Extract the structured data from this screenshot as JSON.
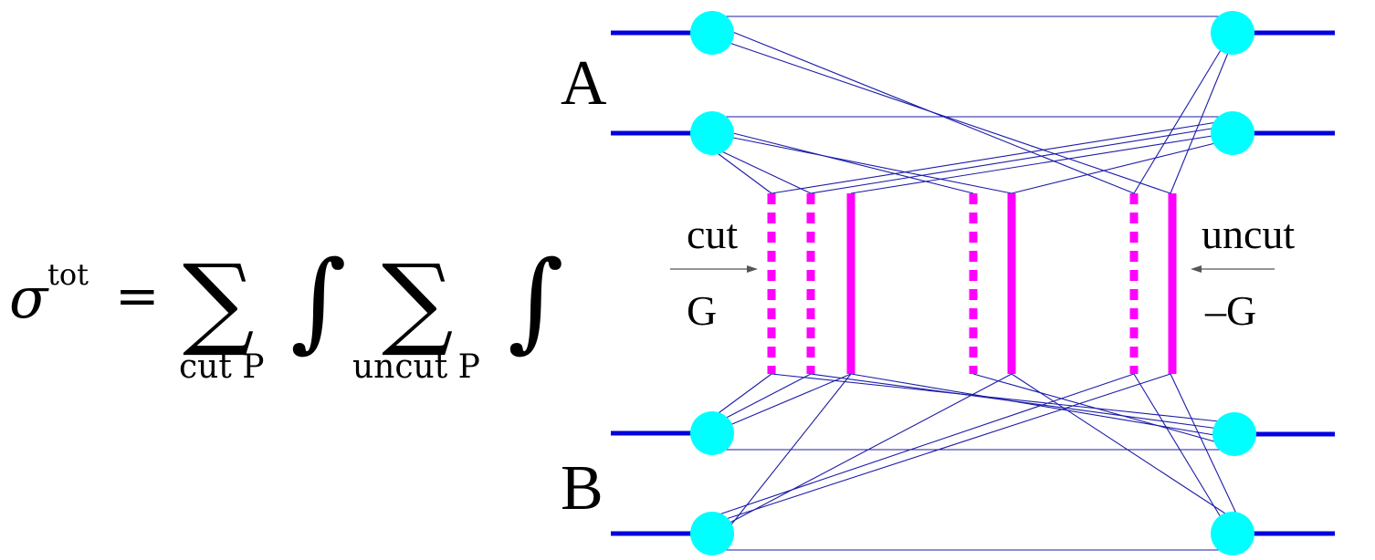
{
  "formula": {
    "sigma": "σ",
    "superscript": "tot",
    "equals": "=",
    "sum_symbol": "∑",
    "integral_symbol": "∫",
    "sum1_subscript": "cut P",
    "sum2_subscript": "uncut P"
  },
  "diagram": {
    "label_a": "A",
    "label_b": "B",
    "left_arrow_top": "cut",
    "left_arrow_bottom": "G",
    "right_arrow_top": "uncut",
    "right_arrow_bottom": "–G",
    "colors": {
      "nucleon_line": "#0000e0",
      "thin_line": "#1c1ca8",
      "node": "#00ffff",
      "pomeron": "#ff00ff",
      "arrow": "#555555"
    }
  }
}
